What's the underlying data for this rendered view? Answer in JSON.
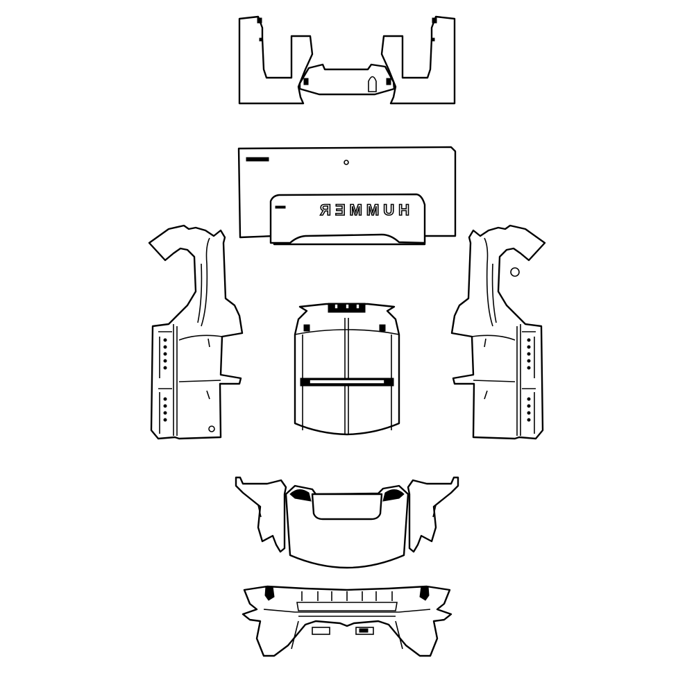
{
  "diagram": {
    "type": "vehicle-wrap-template",
    "background": "#ffffff",
    "line_color": "#000000",
    "pieces": [
      {
        "id": "rear-bumper-and-quarters",
        "label": ""
      },
      {
        "id": "tailgate",
        "label": "",
        "emblem_text": "HUMMER",
        "emblem_mirrored": true
      },
      {
        "id": "left-side-panel",
        "label": ""
      },
      {
        "id": "roof-hood",
        "label": ""
      },
      {
        "id": "right-side-panel",
        "label": ""
      },
      {
        "id": "hood-and-fenders",
        "label": ""
      },
      {
        "id": "front-bumper",
        "label": ""
      }
    ]
  }
}
